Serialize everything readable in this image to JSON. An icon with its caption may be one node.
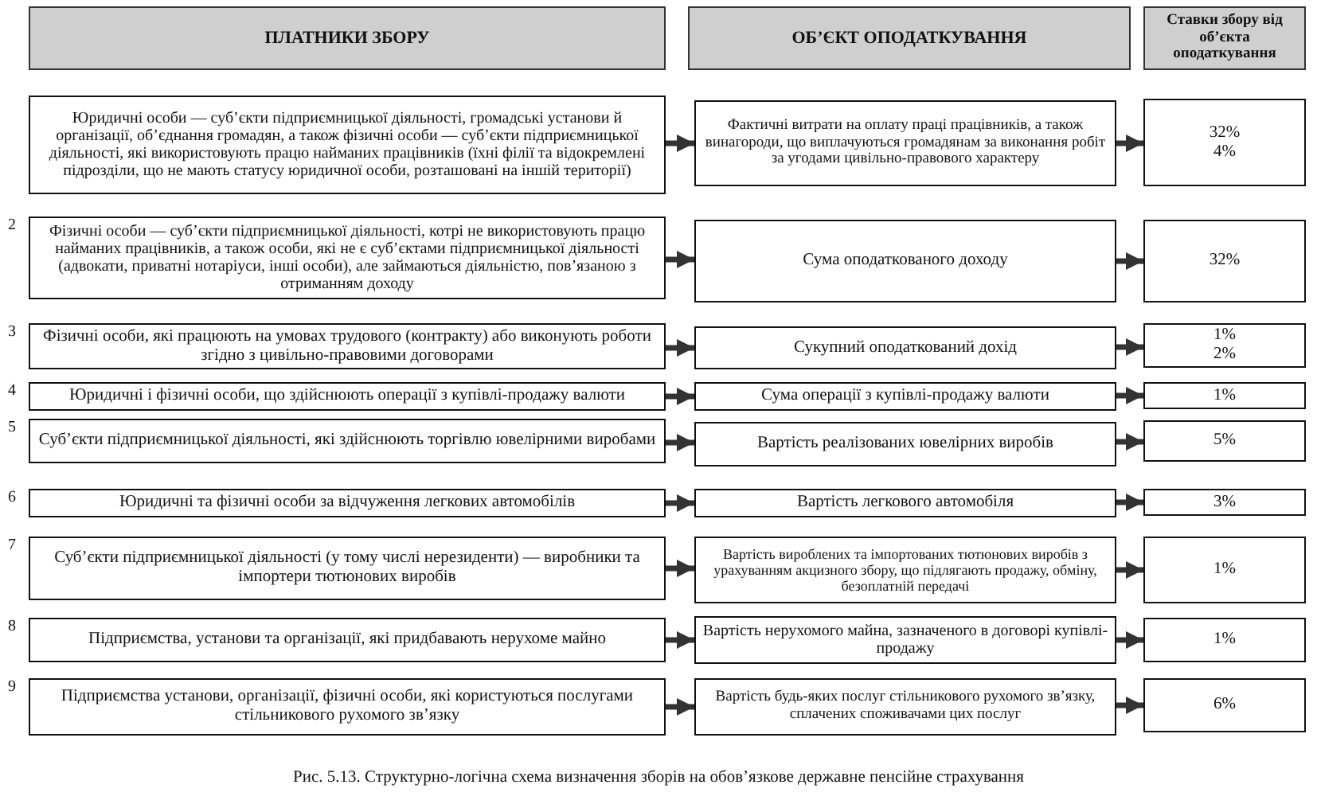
{
  "diagram": {
    "caption": "Рис. 5.13. Структурно-логічна схема визначення зборів на обов’язкове державне пенсійне страхування",
    "nodes": [
      {
        "text": [
          "ПЛАТНИКИ ЗБОРУ"
        ]
      },
      {
        "text": [
          "ОБ’ЄКТ ОПОДАТКУВАННЯ"
        ]
      },
      {
        "text": [
          "Ставки збору від об’єкта оподаткування"
        ]
      },
      {
        "text": [
          "Юридичні особи — суб’єкти підприємницької діяльності, громадські установи й організації, об’єднання громадян, а також фізичні особи — суб’єкти підприємницької діяльності, які використовують працю найманих працівників (їхні філії та відокремлені підрозділи, що не мають статусу юридичної особи, розташовані на іншій території)"
        ]
      },
      {
        "text": [
          "Фактичні витрати на оплату праці працівників, а також винагороди, що виплачуються громадянам за виконання робіт за угодами цивільно-правового характеру"
        ]
      },
      {
        "text": [
          "32% 4%"
        ]
      },
      {
        "text": [
          "Фізичні особи — суб’єкти підприємницької діяльності, котрі не використовують працю найманих працівників, а також особи, які не є суб’єктами підприємницької діяльності (адвокати, приватні нотаріуси, інші особи), але займаються діяльністю, пов’язаною з отриманням доходу"
        ]
      },
      {
        "text": [
          "Сума оподаткованого доходу"
        ]
      },
      {
        "text": [
          "32%"
        ]
      },
      {
        "text": [
          "Фізичні особи, які працюють на умовах трудового (контракту) або виконують роботи згідно з цивільно-правовими договорами"
        ]
      },
      {
        "text": [
          "Сукупний оподаткований дохід"
        ]
      },
      {
        "text": [
          "1% 2%"
        ]
      },
      {
        "text": [
          "Юридичні і фізичні особи, що здійснюють операції з купівлі-продажу валюти"
        ]
      },
      {
        "text": [
          "Сума операції з купівлі-продажу валюти"
        ]
      },
      {
        "text": [
          "1%"
        ]
      },
      {
        "text": [
          "Суб’єкти підприємницької діяльності, які здійснюють торгівлю ювелірними виробами"
        ]
      },
      {
        "text": [
          "Вартість реалізованих ювелірних виробів"
        ]
      },
      {
        "text": [
          "5%"
        ]
      },
      {
        "text": [
          "Юридичні та фізичні особи за відчуження легкових автомобілів"
        ]
      },
      {
        "text": [
          "Вартість легкового автомобіля"
        ]
      },
      {
        "text": [
          "3%"
        ]
      },
      {
        "text": [
          "Суб’єкти підприємницької діяльності (у тому числі нерезиденти) — виробники та імпортери тютюнових виробів"
        ]
      },
      {
        "text": [
          "Вартість вироблених та імпортованих тютюнових виробів з урахуванням акцизного збору, що підлягають продажу, обміну, безоплатній передачі"
        ]
      },
      {
        "text": [
          "1%"
        ]
      },
      {
        "text": [
          "Підприємства, установи та організації, які придбавають нерухоме майно"
        ]
      },
      {
        "text": [
          "Вартість нерухомого майна, зазначеного в договорі купівлі-продажу"
        ]
      },
      {
        "text": [
          "1%"
        ]
      },
      {
        "text": [
          "Підприємства установи, організації, фізичні особи, які користуються послугами стільникового рухомого зв’язку"
        ]
      },
      {
        "text": [
          "Вартість будь-яких послуг стільникового рухомого зв’язку, сплачених споживачами цих послуг"
        ]
      },
      {
        "text": [
          "6%"
        ]
      }
    ],
    "edges": [
      {
        "from": 3,
        "to": 4,
        "arrow": "to"
      },
      {
        "from": 4,
        "to": 5,
        "arrow": "to"
      },
      {
        "from": 6,
        "to": 7,
        "arrow": "to"
      },
      {
        "from": 7,
        "to": 8,
        "arrow": "to"
      },
      {
        "from": 9,
        "to": 10,
        "arrow": "to"
      },
      {
        "from": 10,
        "to": 11,
        "arrow": "to"
      },
      {
        "from": 12,
        "to": 13,
        "arrow": "to"
      },
      {
        "from": 13,
        "to": 14,
        "arrow": "to"
      },
      {
        "from": 15,
        "to": 16,
        "arrow": "to"
      },
      {
        "from": 16,
        "to": 17,
        "arrow": "to"
      },
      {
        "from": 18,
        "to": 19,
        "arrow": "to"
      },
      {
        "from": 19,
        "to": 20,
        "arrow": "to"
      },
      {
        "from": 21,
        "to": 22,
        "arrow": "to"
      },
      {
        "from": 22,
        "to": 23,
        "arrow": "to"
      },
      {
        "from": 24,
        "to": 25,
        "arrow": "to"
      },
      {
        "from": 25,
        "to": 26,
        "arrow": "to"
      },
      {
        "from": 27,
        "to": 28,
        "arrow": "to"
      },
      {
        "from": 28,
        "to": 29,
        "arrow": "to"
      }
    ],
    "labels": [
      "2",
      "3",
      "4",
      "5",
      "6",
      "7",
      "8",
      "9"
    ]
  }
}
